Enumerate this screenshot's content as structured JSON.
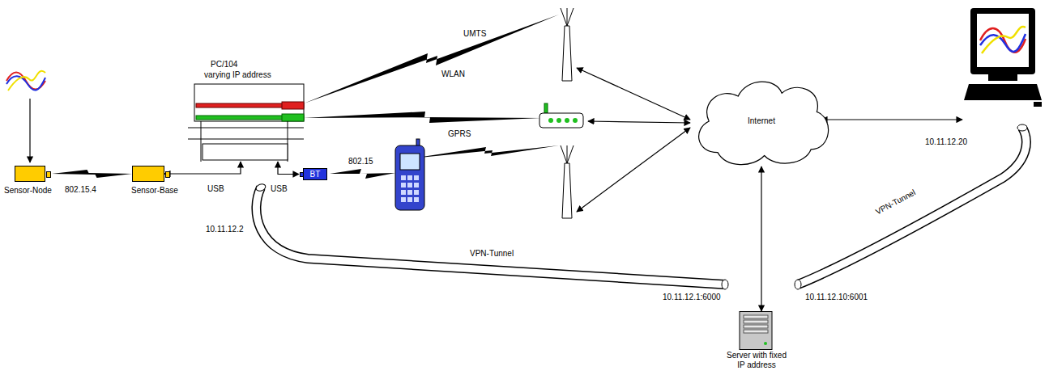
{
  "diagram": {
    "nodes": [
      {
        "text": [
          "Sensor-Node"
        ]
      },
      {
        "text": [
          "Sensor-Base"
        ]
      },
      {
        "text": [
          "PC/104",
          "varying IP address"
        ]
      },
      {
        "text": [
          "BT"
        ]
      },
      {
        "text": [
          "Internet"
        ]
      },
      {
        "text": [
          "Server with fixed IP address"
        ]
      }
    ],
    "edges": [
      {
        "from": 0,
        "to": 1,
        "arrow": "none",
        "label": "802.15.4"
      },
      {
        "from": 1,
        "to": 2,
        "arrow": "both",
        "label": "USB"
      },
      {
        "from": 2,
        "to": 3,
        "arrow": "both",
        "label": "USB"
      },
      {
        "from": 4,
        "to": 5,
        "arrow": "both"
      }
    ],
    "labels": [
      "UMTS",
      "WLAN",
      "GPRS",
      "802.15",
      "10.11.12.2",
      "VPN-Tunnel",
      "10.11.12.1:6000",
      "VPN-Tunnel",
      "10.11.12.10:6001",
      "10.11.12.20"
    ]
  }
}
